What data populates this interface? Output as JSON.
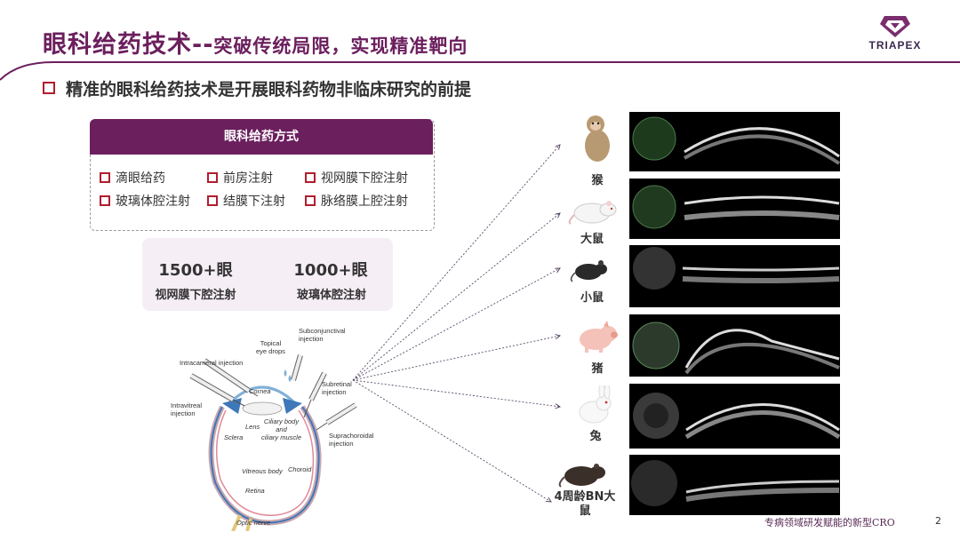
{
  "header": {
    "title_main": "眼科给药技术--",
    "title_sub": "突破传统局限，实现精准靶向",
    "logo_text": "TRIAPEX"
  },
  "bullet_text": "精准的眼科给药技术是开展眼科药物非临床研究的前提",
  "admin_box": {
    "heading": "眼科给药方式",
    "options": [
      "滴眼给药",
      "前房注射",
      "视网膜下腔注射",
      "玻璃体腔注射",
      "结膜下注射",
      "脉络膜上腔注射"
    ]
  },
  "stats": [
    {
      "value": "1500+眼",
      "label": "视网膜下腔注射"
    },
    {
      "value": "1000+眼",
      "label": "玻璃体腔注射"
    }
  ],
  "diagram_labels": {
    "topical": "Topical\neye drops",
    "subconj": "Subconjunctival\ninjection",
    "intracameral": "Intracameral injection",
    "intravitreal": "Intravitreal\ninjection",
    "subretinal": "Subretinal\ninjection",
    "suprachoroidal": "Suprachoroidal\ninjection",
    "cornea": "Cornea",
    "lens": "Lens",
    "ciliary": "Ciliary body\nand\nciliary muscle",
    "sclera": "Sclera",
    "choroid": "Choroid",
    "vitreous": "Vitreous body",
    "retina": "Retina",
    "optic": "Optic nerve"
  },
  "animals": [
    {
      "label": "猴",
      "icon": "monkey-icon"
    },
    {
      "label": "大鼠",
      "icon": "rat-icon"
    },
    {
      "label": "小鼠",
      "icon": "mouse-icon"
    },
    {
      "label": "猪",
      "icon": "pig-icon"
    },
    {
      "label": "兔",
      "icon": "rabbit-icon"
    },
    {
      "label": "4周龄BN大\n鼠",
      "icon": "bn-rat-icon"
    }
  ],
  "footer": {
    "tagline": "专病领域研发赋能的新型CRO",
    "page": "2"
  },
  "colors": {
    "brand_purple": "#6b1f5d",
    "bullet_red": "#b01e2e",
    "stat_bg": "#f6eef5"
  }
}
